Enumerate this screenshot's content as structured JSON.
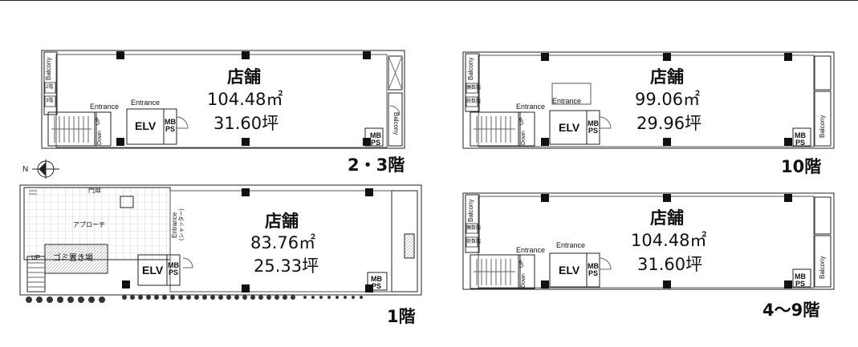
{
  "compass": {
    "north_label": "N"
  },
  "plans": [
    {
      "id": "floor-2-3",
      "floor_label": "2・3階",
      "room_name": "店舗",
      "area_m2": "104.48㎡",
      "area_tsubo": "31.60坪",
      "entrance_1": "Entrance",
      "entrance_2": "Entrance",
      "elv": "ELV",
      "mb": "MB",
      "ps": "PS",
      "mb_2": "MB",
      "ps_2": "PS",
      "balcony_1": "Balcony",
      "balcony_2": "Balcony",
      "up": "UP",
      "down": "Down",
      "tag_1": "2階",
      "tag_2": "3階"
    },
    {
      "id": "floor-10",
      "floor_label": "10階",
      "room_name": "店舗",
      "area_m2": "99.06㎡",
      "area_tsubo": "29.96坪",
      "entrance_1": "Entrance",
      "entrance_2": "Entrance",
      "elv": "ELV",
      "mb": "MB",
      "ps": "PS",
      "mb_2": "MB",
      "ps_2": "PS",
      "balcony_1": "Balcony",
      "balcony_2": "Balcony",
      "up": "UP",
      "down": "Down",
      "tag_1": "偶数階",
      "tag_2": "奇数階"
    },
    {
      "id": "floor-1",
      "floor_label": "1階",
      "room_name": "店舗",
      "area_m2": "83.76㎡",
      "area_tsubo": "25.33坪",
      "entrance": "Entrance",
      "shutter": "(シャッター)",
      "elv": "ELV",
      "mb": "MB",
      "ps": "PS",
      "mb_2": "MB",
      "ps_2": "PS",
      "up": "UP",
      "approach": "アプローチ",
      "garbage": "ゴミ置き場",
      "gate": "門扉"
    },
    {
      "id": "floor-4-9",
      "floor_label": "4〜9階",
      "room_name": "店舗",
      "area_m2": "104.48㎡",
      "area_tsubo": "31.60坪",
      "entrance_1": "Entrance",
      "entrance_2": "Entrance",
      "elv": "ELV",
      "mb": "MB",
      "ps": "PS",
      "mb_2": "MB",
      "ps_2": "PS",
      "balcony_1": "Balcony",
      "balcony_2": "Balcony",
      "up": "UP",
      "down": "Down",
      "tag_1": "偶数階",
      "tag_2": "奇数階"
    }
  ]
}
